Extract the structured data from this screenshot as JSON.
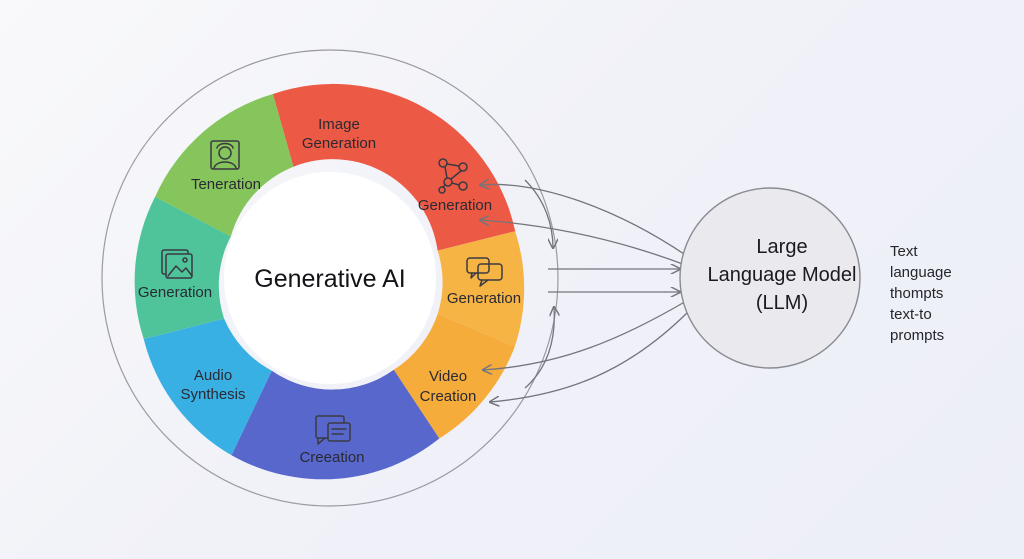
{
  "colors": {
    "image_generation": "#ec5a45",
    "text_generation": "#f6b444",
    "video_creation": "#f5ac3b",
    "content_creation": "#5867cc",
    "audio_synthesis": "#39b0e4",
    "media_generation": "#4fc39a",
    "avatar_generation": "#86c45c",
    "llm_fill": "#e9e9ee",
    "connector": "#74747c"
  },
  "diagram": {
    "center_title": "Generative AI",
    "segments": {
      "image": {
        "line1": "Image",
        "line2": "Generation",
        "line3": "Generation",
        "icon": "network-nodes-icon"
      },
      "text": {
        "label": "Generation",
        "icon": "chat-bubbles-icon"
      },
      "video": {
        "line1": "Video",
        "line2": "Creation"
      },
      "content": {
        "label": "Creeation",
        "icon": "message-icon"
      },
      "audio": {
        "line1": "Audio",
        "line2": "Synthesis"
      },
      "media": {
        "label": "Generation",
        "icon": "image-frame-icon"
      },
      "avatar": {
        "label": "Teneration",
        "icon": "user-portrait-icon"
      }
    },
    "llm": {
      "line1": "Large",
      "line2": "Language Model",
      "line3": "(LLM)"
    },
    "side_notes": [
      "Text",
      "language",
      "thompts",
      "text-to",
      "prompts"
    ]
  }
}
